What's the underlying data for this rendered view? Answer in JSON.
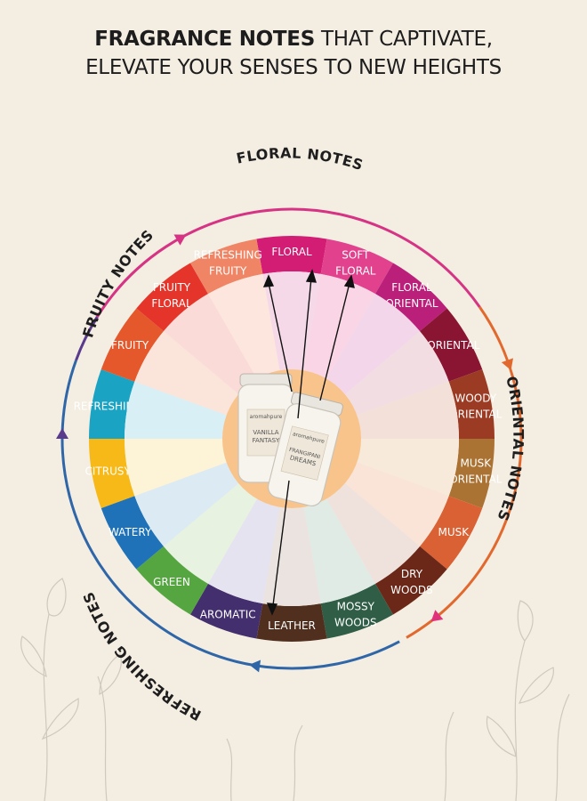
{
  "header": {
    "title_bold": "FRAGRANCE NOTES",
    "title_rest": "THAT CAPTIVATE,",
    "title_line2": "ELEVATE YOUR SENSES TO NEW HEIGHTS"
  },
  "categories": {
    "floral": "FLORAL NOTES",
    "oriental": "ORIENTAL NOTES",
    "refreshing": "REFRESHING NOTES",
    "fruity": "FRUITY NOTES"
  },
  "segments": [
    {
      "label": [
        "FLORAL"
      ],
      "color": "#d31c74"
    },
    {
      "label": [
        "SOFT",
        "FLORAL"
      ],
      "color": "#e2428d"
    },
    {
      "label": [
        "FLORAL",
        "ORIENTAL"
      ],
      "color": "#ba1f7a"
    },
    {
      "label": [
        "ORIENTAL"
      ],
      "color": "#8a1533"
    },
    {
      "label": [
        "WOODY",
        "ORIENTAL"
      ],
      "color": "#9b3b23"
    },
    {
      "label": [
        "MUSK",
        "ORIENTAL"
      ],
      "color": "#aa7333"
    },
    {
      "label": [
        "MUSK"
      ],
      "color": "#d96134"
    },
    {
      "label": [
        "DRY",
        "WOODS"
      ],
      "color": "#6b2717"
    },
    {
      "label": [
        "MOSSY",
        "WOODS"
      ],
      "color": "#2f5d45"
    },
    {
      "label": [
        "LEATHER"
      ],
      "color": "#512f1e"
    },
    {
      "label": [
        "AROMATIC"
      ],
      "color": "#432f6e"
    },
    {
      "label": [
        "GREEN"
      ],
      "color": "#55a640"
    },
    {
      "label": [
        "WATERY"
      ],
      "color": "#1f72b8"
    },
    {
      "label": [
        "CITRUSY"
      ],
      "color": "#f6b917"
    },
    {
      "label": [
        "REFRESHING"
      ],
      "color": "#1ba3c3"
    },
    {
      "label": [
        "FRUITY"
      ],
      "color": "#e5582b"
    },
    {
      "label": [
        "FRUITY",
        "FLORAL"
      ],
      "color": "#e5352b"
    },
    {
      "label": [
        "REFRESHING",
        "FRUITY"
      ],
      "color": "#f08565"
    }
  ],
  "inner_ring_colors": [
    "#f5d9e8",
    "#fad5e5",
    "#f4d6ea",
    "#f2dde2",
    "#f3e0d9",
    "#f7eadb",
    "#fae3d7",
    "#efe1db",
    "#e0ebe6",
    "#ebe3df",
    "#e6e3f0",
    "#e7f2e1",
    "#dceaf4",
    "#fdf3d7",
    "#d8f0f5",
    "#fbe4da",
    "#fbdbd8",
    "#fde6dd"
  ],
  "colors": {
    "background": "#f4ede2",
    "center": "#f8c48c",
    "floral_arc": "#d63384",
    "oriental_arc": "#e2692e",
    "refreshing_arc": "#2f66a8",
    "fruity_arc": "#5a3a8c"
  },
  "jars": [
    {
      "brand": "aromahpure",
      "name": [
        "VANILLA",
        "FANTASY"
      ]
    },
    {
      "brand": "aromahpure",
      "name": [
        "FRANGIPANI",
        "DREAMS"
      ]
    }
  ]
}
